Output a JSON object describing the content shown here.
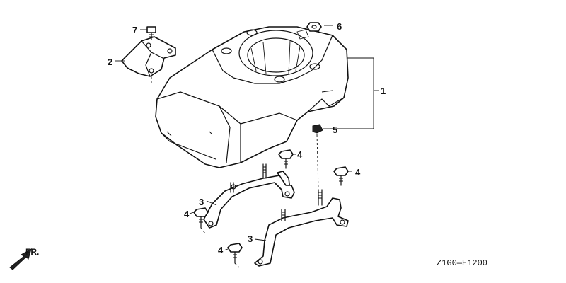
{
  "callouts": {
    "part1": "1",
    "part2": "2",
    "part3a": "3",
    "part3b": "3",
    "part4a": "4",
    "part4b": "4",
    "part4c": "4",
    "part4d": "4",
    "part5": "5",
    "part6": "6",
    "part7": "7"
  },
  "front_arrow": {
    "label": "FR.",
    "icon": "front-direction-arrow-icon"
  },
  "diagram_code": "Z1G0—E1200"
}
